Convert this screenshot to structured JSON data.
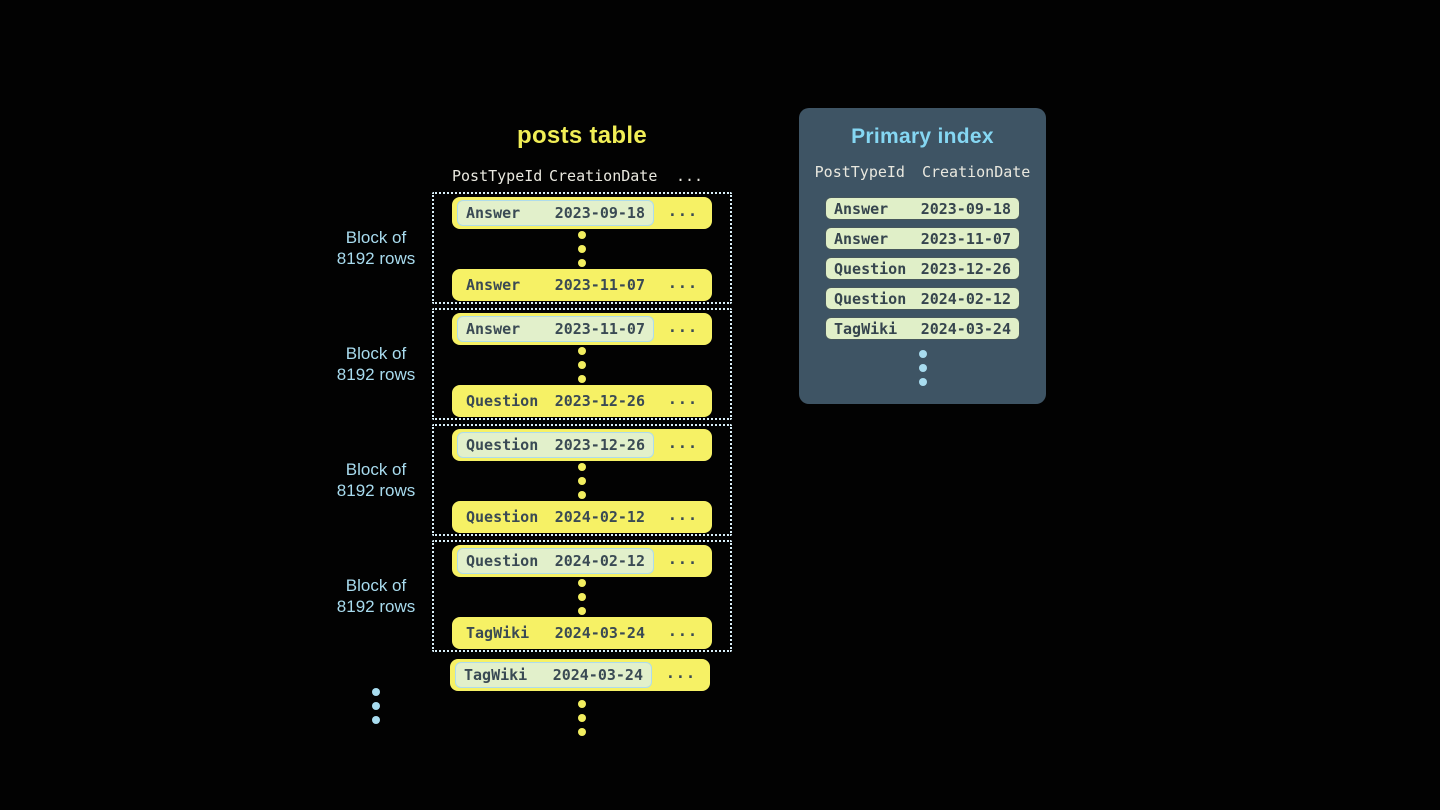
{
  "colors": {
    "background": "#020202",
    "accent_yellow": "#f6f165",
    "title_yellow": "#f1ee56",
    "accent_blue": "#a8dbee",
    "index_title_blue": "#85d7f3",
    "panel_bg": "#3e5464",
    "row_text_dark": "#3a4a54",
    "highlight_pill_bg": "#e2f0cb",
    "highlight_pill_border": "#aedcec",
    "index_pill_bg": "#e0efc8",
    "dotted_border": "#d8eef7",
    "header_text": "#e9e8df"
  },
  "posts_table": {
    "title": "posts table",
    "columns": [
      "PostTypeId",
      "CreationDate",
      "..."
    ],
    "ellipsis": "...",
    "blocks": [
      {
        "label_line1": "Block of",
        "label_line2": "8192 rows",
        "first": {
          "type": "Answer",
          "date": "2023-09-18"
        },
        "last": {
          "type": "Answer",
          "date": "2023-11-07"
        }
      },
      {
        "label_line1": "Block of",
        "label_line2": "8192 rows",
        "first": {
          "type": "Answer",
          "date": "2023-11-07"
        },
        "last": {
          "type": "Question",
          "date": "2023-12-26"
        }
      },
      {
        "label_line1": "Block of",
        "label_line2": "8192 rows",
        "first": {
          "type": "Question",
          "date": "2023-12-26"
        },
        "last": {
          "type": "Question",
          "date": "2024-02-12"
        }
      },
      {
        "label_line1": "Block of",
        "label_line2": "8192 rows",
        "first": {
          "type": "Question",
          "date": "2024-02-12"
        },
        "last": {
          "type": "TagWiki",
          "date": "2024-03-24"
        }
      }
    ],
    "overflow_row": {
      "type": "TagWiki",
      "date": "2024-03-24"
    }
  },
  "primary_index": {
    "title": "Primary index",
    "columns": [
      "PostTypeId",
      "CreationDate"
    ],
    "entries": [
      {
        "type": "Answer",
        "date": "2023-09-18"
      },
      {
        "type": "Answer",
        "date": "2023-11-07"
      },
      {
        "type": "Question",
        "date": "2023-12-26"
      },
      {
        "type": "Question",
        "date": "2024-02-12"
      },
      {
        "type": "TagWiki",
        "date": "2024-03-24"
      }
    ]
  }
}
